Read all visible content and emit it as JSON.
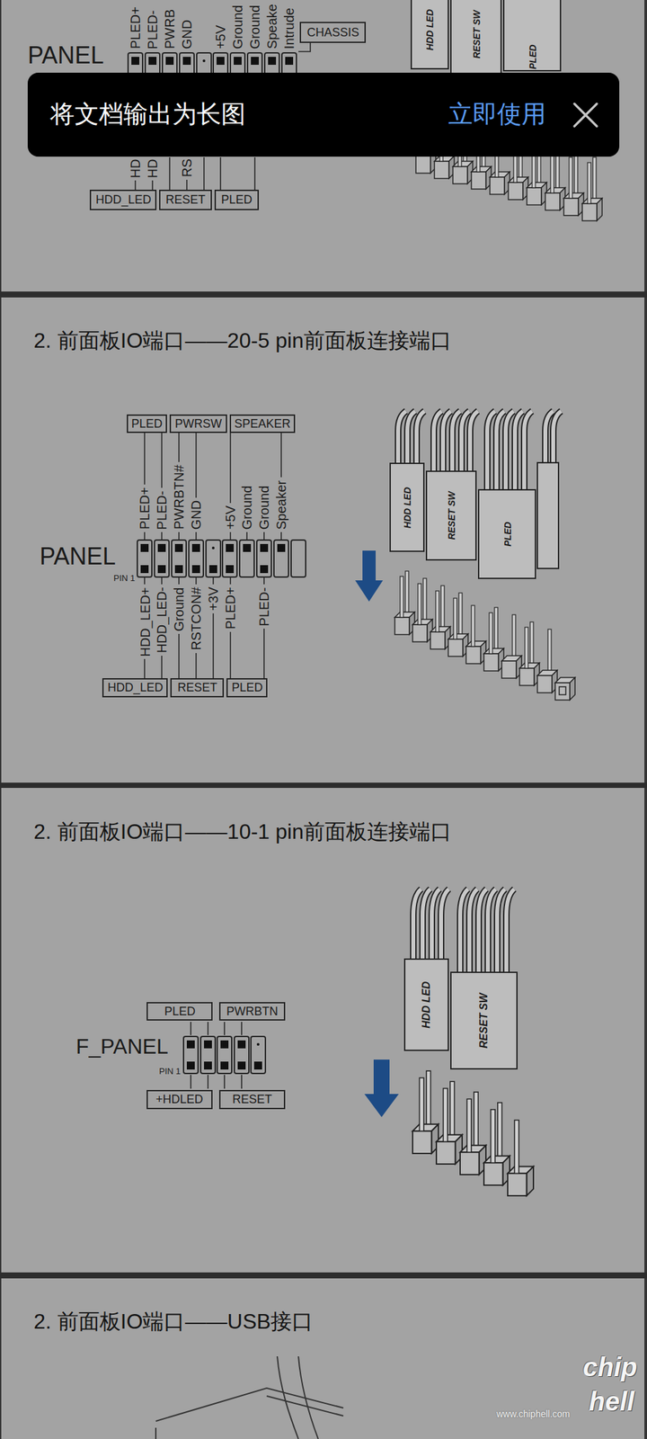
{
  "diagram": {
    "nodes": [
      {
        "text": [
          "CHASSIS"
        ]
      },
      {
        "text": [
          "HDD LED"
        ]
      },
      {
        "text": [
          "RESET SW"
        ]
      },
      {
        "text": [
          "PLED"
        ]
      },
      {
        "text": [
          "将文档输出为长图",
          "立即使用"
        ]
      },
      {
        "text": [
          "HDD_LED"
        ]
      },
      {
        "text": [
          "RESET"
        ]
      },
      {
        "text": [
          "PLED"
        ]
      },
      {
        "text": [
          "2. 前面板IO端口——20-5 pin前面板连接端口"
        ]
      },
      {
        "text": [
          "PLED"
        ],
        "in": 8
      },
      {
        "text": [
          "PWRSW"
        ],
        "in": 8
      },
      {
        "text": [
          "SPEAKER"
        ],
        "in": 8
      },
      {
        "text": [
          "HDD LED"
        ],
        "in": 8
      },
      {
        "text": [
          "RESET SW"
        ],
        "in": 8
      },
      {
        "text": [
          "PLED"
        ],
        "in": 8
      },
      {
        "text": [
          "HDD_LED"
        ],
        "in": 8
      },
      {
        "text": [
          "RESET"
        ],
        "in": 8
      },
      {
        "text": [
          "PLED"
        ],
        "in": 8
      },
      {
        "text": [
          "2. 前面板IO端口——10-1 pin前面板连接端口"
        ]
      },
      {
        "text": [
          "PLED"
        ],
        "in": 18
      },
      {
        "text": [
          "PWRBTN"
        ],
        "in": 18
      },
      {
        "text": [
          "HDD LED"
        ],
        "in": 18
      },
      {
        "text": [
          "RESET SW"
        ],
        "in": 18
      },
      {
        "text": [
          "+HDLED"
        ],
        "in": 18
      },
      {
        "text": [
          "RESET"
        ],
        "in": 18
      },
      {
        "text": [
          "2. 前面板IO端口——USB接口"
        ]
      }
    ],
    "labels": [
      "PLED+",
      "PLED-",
      "PWRB",
      "GND",
      "+5V",
      "Ground",
      "Ground",
      "Speake",
      "Intrude",
      "PANEL",
      "HD",
      "HD",
      "RS",
      "PLED+",
      "PLED-",
      "PWRBTN#",
      "GND",
      "+5V",
      "Ground",
      "Ground",
      "Speaker",
      "PANEL",
      "PIN 1",
      "HDD_LED+",
      "HDD_LED-",
      "Ground",
      "RSTCON#",
      "+3V",
      "PLED+",
      "PLED-",
      "F_PANEL",
      "PIN 1",
      "chip",
      "hell",
      "www.chiphell.com"
    ]
  }
}
